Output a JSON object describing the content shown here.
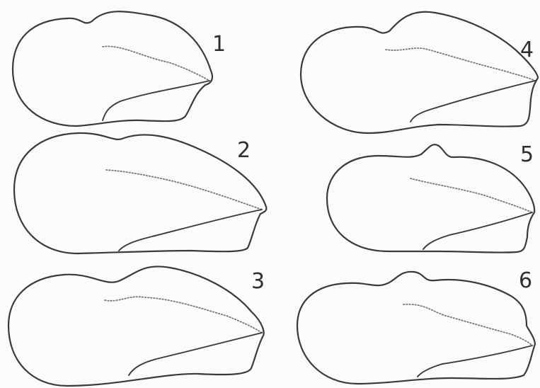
{
  "figure": {
    "shapes": [
      {
        "id": "1",
        "label": "1"
      },
      {
        "id": "2",
        "label": "2"
      },
      {
        "id": "3",
        "label": "3"
      },
      {
        "id": "4",
        "label": "4"
      },
      {
        "id": "5",
        "label": "5"
      },
      {
        "id": "6",
        "label": "6"
      }
    ]
  }
}
